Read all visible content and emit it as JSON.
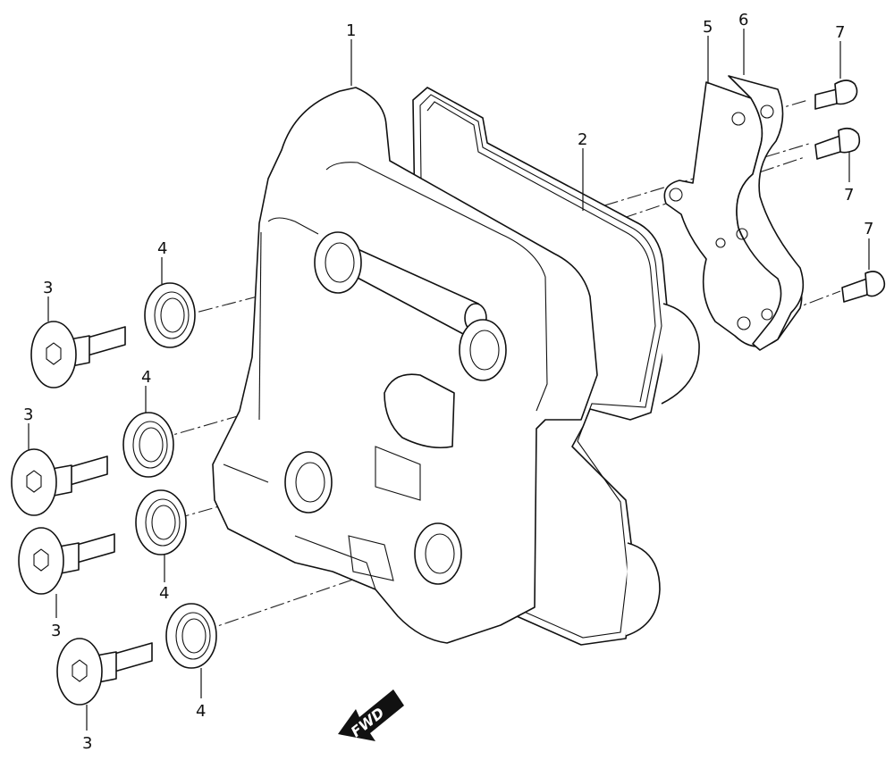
{
  "labels": {
    "p1": "1",
    "p2": "2",
    "p3a": "3",
    "p3b": "3",
    "p3c": "3",
    "p3d": "3",
    "p4a": "4",
    "p4b": "4",
    "p4c": "4",
    "p4d": "4",
    "p5": "5",
    "p6": "6",
    "p7a": "7",
    "p7b": "7",
    "p7c": "7"
  },
  "direction_arrow": {
    "text": "FWD"
  },
  "colors": {
    "line": "#111111",
    "fill": "#ffffff",
    "arrow": "#111111"
  }
}
